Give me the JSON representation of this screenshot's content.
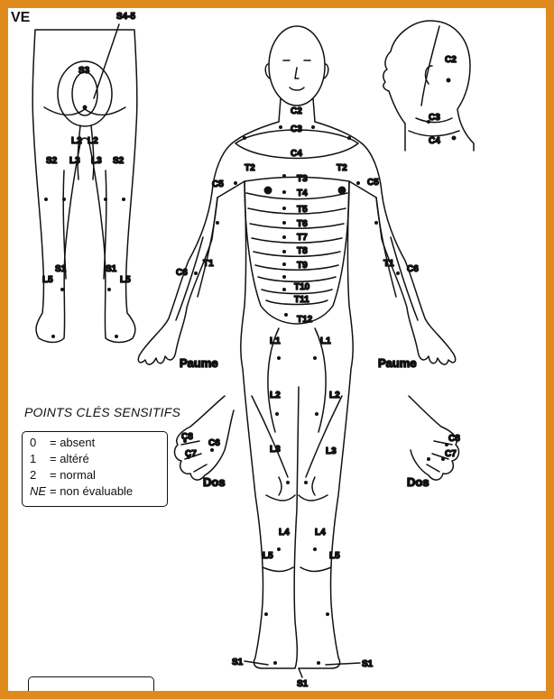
{
  "header": {
    "corner_label": "VE"
  },
  "legend": {
    "title": "POINTS CLÉS SENSITIFS",
    "items": [
      {
        "key": "0",
        "desc": "= absent",
        "italic": false
      },
      {
        "key": "1",
        "desc": "= altéré",
        "italic": false
      },
      {
        "key": "2",
        "desc": "= normal",
        "italic": false
      },
      {
        "key": "NE",
        "desc": "= non évaluable",
        "italic": true
      }
    ]
  },
  "captions": {
    "palm_left": "Paume",
    "palm_right": "Paume",
    "back_left": "Dos",
    "back_right": "Dos"
  },
  "posterior": {
    "s45": "S4-5",
    "s3": "S3",
    "l2_left": "L2",
    "l2_right": "L2",
    "l3_left": "L3",
    "l3_right": "L3",
    "s2_left": "S2",
    "s2_right": "S2",
    "s1_left": "S1",
    "s1_right": "S1",
    "l5_left": "L5",
    "l5_right": "L5"
  },
  "profile": {
    "c2": "C2",
    "c3": "C3",
    "c4": "C4"
  },
  "front": {
    "c2": "C2",
    "c3": "C3",
    "c4": "C4",
    "t2_left": "T2",
    "t2_right": "T2",
    "c5_left": "C5",
    "c5_right": "C5",
    "t3": "T3",
    "t4": "T4",
    "t5": "T5",
    "t6": "T6",
    "t7": "T7",
    "t8": "T8",
    "t9": "T9",
    "t10": "T10",
    "t11": "T11",
    "t12": "T12",
    "c6_left": "C6",
    "c6_right": "C6",
    "t1_left": "T1",
    "t1_right": "T1",
    "l1_left": "L1",
    "l1_right": "L1",
    "l2_left": "L2",
    "l2_right": "L2",
    "l3_left": "L3",
    "l3_right": "L3",
    "l4_left": "L4",
    "l4_right": "L4",
    "l5_left": "L5",
    "l5_right": "L5",
    "s1_left": "S1",
    "s1_right": "S1",
    "s1_center": "S1"
  },
  "hands": {
    "c8_left": "C8",
    "c7_left": "C7",
    "c6_left": "C6",
    "c8_right": "C8",
    "c7_right": "C7"
  }
}
